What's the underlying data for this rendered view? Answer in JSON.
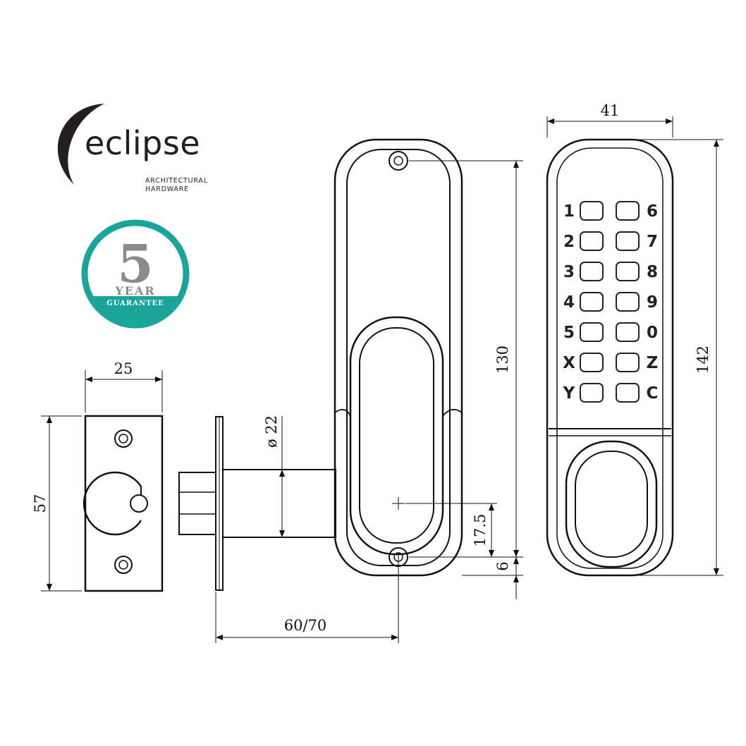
{
  "brand": {
    "name": "eclipse",
    "subtitle_line1": "ARCHITECTURAL",
    "subtitle_line2": "HARDWARE",
    "color": "#231f20"
  },
  "guarantee_badge": {
    "number": "5",
    "year_label": "YEAR",
    "guarantee_label": "GUARANTEE",
    "ring_color": "#1aa59a",
    "number_color": "#8a8a8a"
  },
  "dimensions": {
    "strike_width": "25",
    "strike_height": "57",
    "spindle_diameter": "ø 22",
    "backset": "60/70",
    "handle_height": "130",
    "spindle_offset": "17.5",
    "bottom_offset": "6",
    "keypad_width": "41",
    "keypad_height": "142"
  },
  "keypad": {
    "left_keys": [
      "1",
      "2",
      "3",
      "4",
      "5",
      "X",
      "Y"
    ],
    "right_keys": [
      "6",
      "7",
      "8",
      "9",
      "0",
      "Z",
      "C"
    ]
  }
}
